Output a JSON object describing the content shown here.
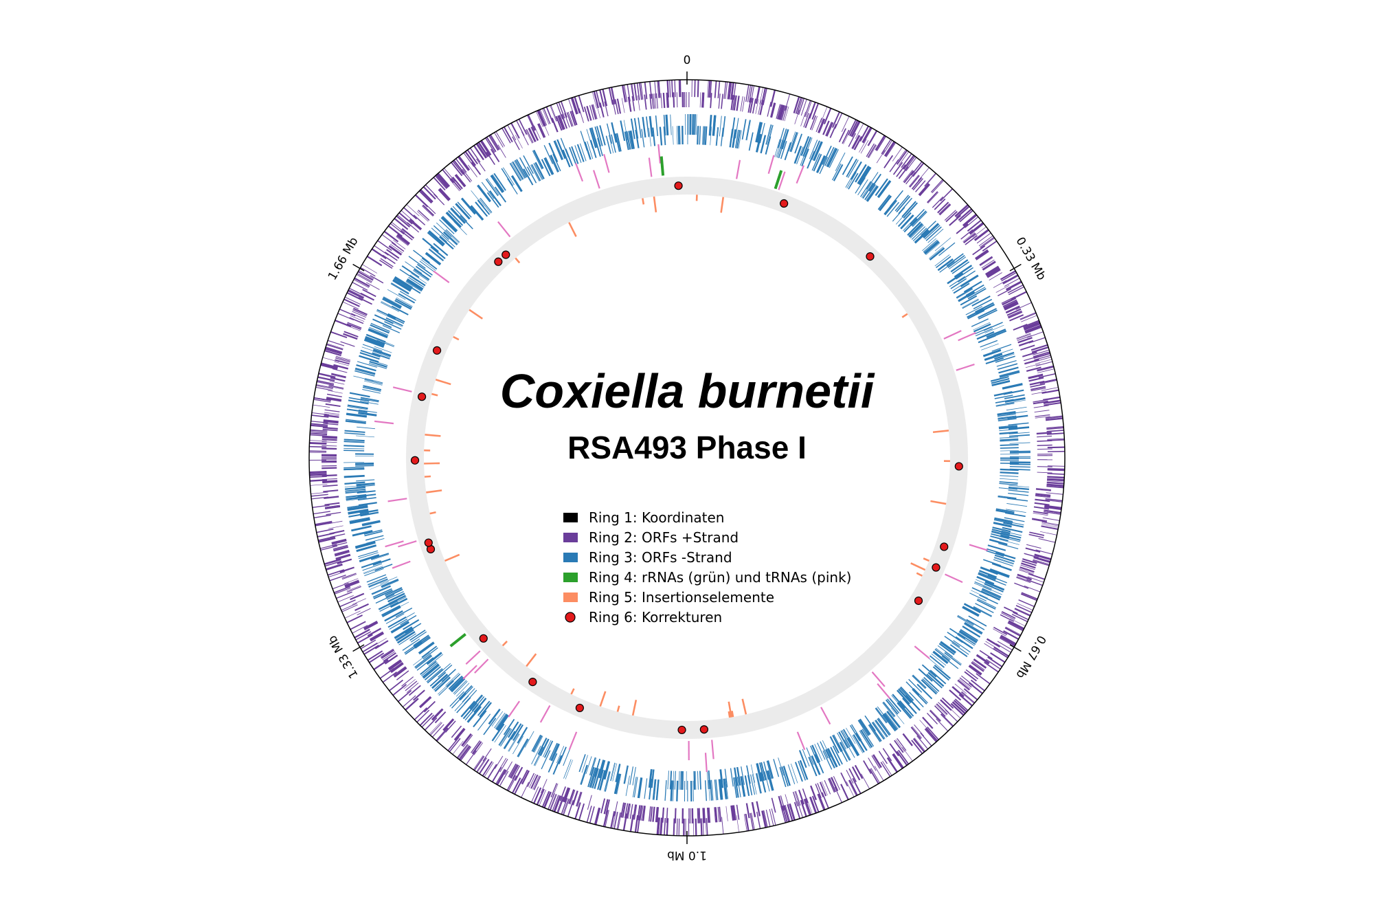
{
  "title": "Coxiella burnetii",
  "subtitle": "RSA493 Phase I",
  "colors": {
    "coordinate_ring": "#000000",
    "orf_plus": "#6a3d9a",
    "orf_minus": "#2a7ab5",
    "rrna": "#2ca02c",
    "trna": "#e377c2",
    "insertion": "#fc8d62",
    "correction": "#e31a1c",
    "correction_track": "#ebebeb"
  },
  "coordinates": {
    "genome_length_mb": 2.0,
    "ticks": [
      {
        "pos_mb": 0,
        "label": "0"
      },
      {
        "pos_mb": 0.333,
        "label": "0.33 Mb"
      },
      {
        "pos_mb": 0.667,
        "label": "0.67 Mb"
      },
      {
        "pos_mb": 1.0,
        "label": "1.0 Mb"
      },
      {
        "pos_mb": 1.333,
        "label": "1.33 Mb"
      },
      {
        "pos_mb": 1.667,
        "label": "1.66 Mb"
      }
    ]
  },
  "legend": [
    {
      "label": "Ring 1: Koordinaten",
      "color": "#000000",
      "shape": "rect"
    },
    {
      "label": "Ring 2: ORFs +Strand",
      "color": "#6a3d9a",
      "shape": "rect"
    },
    {
      "label": "Ring 3: ORFs -Strand",
      "color": "#2a7ab5",
      "shape": "rect"
    },
    {
      "label": "Ring 4: rRNAs (grün) und tRNAs (pink)",
      "color": "#2ca02c",
      "shape": "rect"
    },
    {
      "label": "Ring 5: Insertionselemente",
      "color": "#fc8d62",
      "shape": "rect"
    },
    {
      "label": "Ring 6: Korrekturen",
      "color": "#e31a1c",
      "shape": "circle"
    }
  ],
  "rrna_positions_mb": [
    1.973,
    0.101,
    1.286
  ],
  "trna_positions_mb": [
    1.885,
    1.9,
    1.915,
    1.96,
    1.971,
    0.056,
    0.089,
    0.105,
    0.121,
    0.362,
    0.37,
    0.4,
    0.595,
    0.635,
    0.72,
    0.773,
    0.777,
    0.843,
    0.878,
    0.972,
    0.98,
    0.998,
    1.122,
    1.161,
    1.192,
    1.248,
    1.252,
    1.261,
    1.386,
    1.405,
    1.409,
    1.454,
    1.537,
    1.575,
    1.702,
    1.785
  ],
  "insertion_positions_mb": [
    0.012,
    0.044,
    0.316,
    0.467,
    0.504,
    0.556,
    0.628,
    0.64,
    0.648,
    0.928,
    0.944,
    0.946,
    0.948,
    1.066,
    1.085,
    1.107,
    1.145,
    1.209,
    1.247,
    1.372,
    1.432,
    1.458,
    1.477,
    1.493,
    1.509,
    1.528,
    1.578,
    1.596,
    1.652,
    1.69,
    1.774,
    1.852,
    1.946,
    1.96
  ],
  "correction_positions_mb": [
    1.99,
    0.116,
    0.235,
    0.51,
    0.606,
    0.632,
    0.676,
    0.98,
    1.006,
    1.129,
    1.192,
    1.269,
    1.391,
    1.399,
    1.497,
    1.572,
    1.629,
    1.756,
    1.768
  ]
}
